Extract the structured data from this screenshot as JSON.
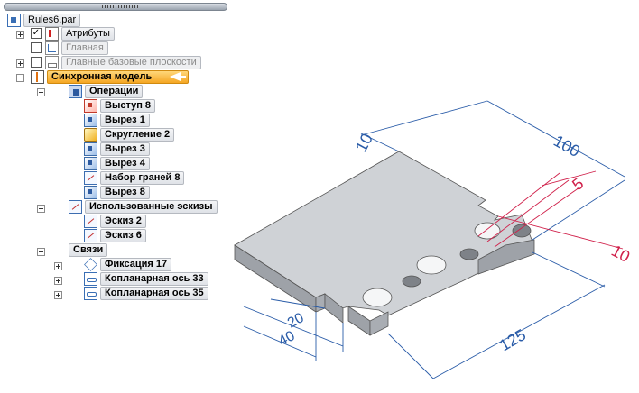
{
  "tree": {
    "root": "Rules6.par",
    "attributes": "Атрибуты",
    "main": "Главная",
    "base_planes": "Главные базовые плоскости",
    "sync_model": "Синхронная модель",
    "operations": "Операции",
    "ops": [
      "Выступ 8",
      "Вырез 1",
      "Скругление 2",
      "Вырез 3",
      "Вырез 4",
      "Набор граней 8",
      "Вырез 8"
    ],
    "used_sketches": "Использованные эскизы",
    "sketches": [
      "Эскиз 2",
      "Эскиз 6"
    ],
    "relations": "Связи",
    "rel_items": [
      "Фиксация 17",
      "Копланарная ось 33",
      "Копланарная ось 35"
    ]
  },
  "dimensions": {
    "d100": "100",
    "d10_top": "10",
    "d5": "5",
    "d10_right": "10",
    "d125": "125",
    "d20": "20",
    "d40": "40"
  },
  "colors": {
    "dim_blue": "#2a5ca8",
    "dim_red": "#d0204a",
    "part_top": "#cfd2d6",
    "part_side": "#9ea2a8",
    "selection": "#f5a623"
  }
}
